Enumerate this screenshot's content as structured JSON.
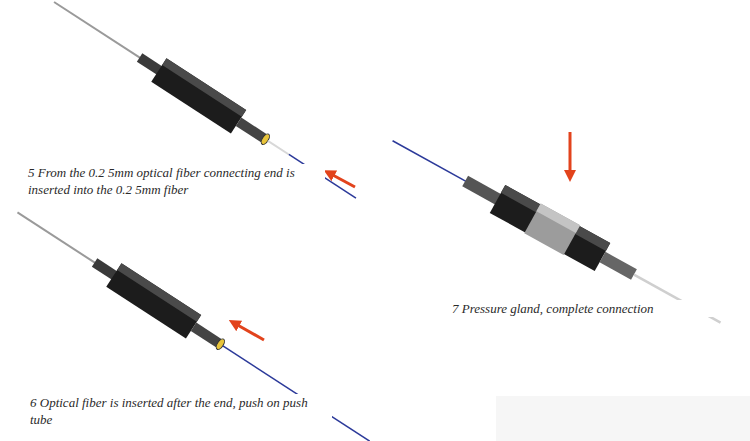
{
  "diagram": {
    "labels": [
      "5 From the 0.2 5mm optical fiber connecting end is inserted into the 0.2 5mm fiber",
      "6 Optical fiber is inserted after the end, push on push tube",
      "7 Pressure gland, complete connection"
    ]
  }
}
